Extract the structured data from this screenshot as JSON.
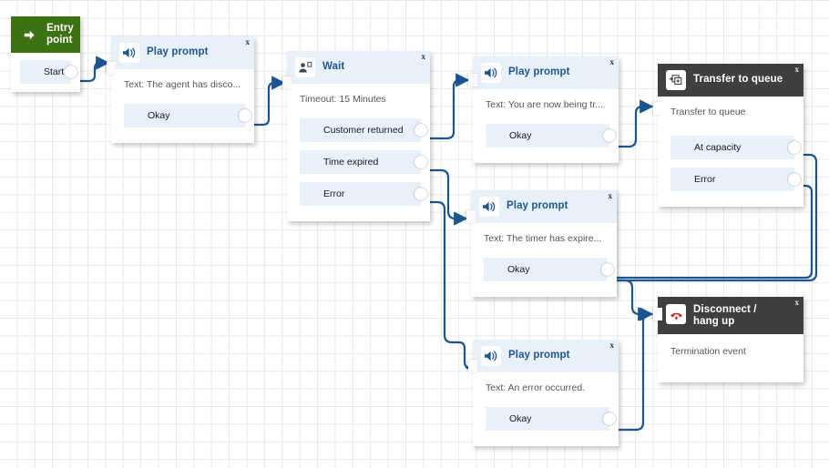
{
  "app": {
    "name": "contact-flow-designer",
    "canvas_label": "Flow canvas"
  },
  "colors": {
    "header_blue_bg": "#e8f0f9",
    "header_blue_text": "#20578f",
    "header_green_bg": "#3d7212",
    "header_dark_bg": "#3f3f3f",
    "connector": "#1a5591",
    "port_bg": "#e8f0f9",
    "grid_line": "#e8e8e8",
    "disconnect_icon_red": "#cc2222"
  },
  "nodes": [
    {
      "id": "entry-point",
      "title": "Entry point",
      "icon": "arrow-right-into-box-icon",
      "header_style": "green",
      "closable": false,
      "body_text": null,
      "ports": [
        {
          "label": "Start"
        }
      ]
    },
    {
      "id": "play-prompt-1",
      "title": "Play prompt",
      "icon": "speaker-icon",
      "header_style": "blue",
      "closable": true,
      "close_label": "x",
      "body_text": "Text: The agent has disco...",
      "ports": [
        {
          "label": "Okay"
        }
      ]
    },
    {
      "id": "wait",
      "title": "Wait",
      "icon": "person-wait-icon",
      "header_style": "blue",
      "closable": true,
      "close_label": "x",
      "body_text": "Timeout: 15 Minutes",
      "ports": [
        {
          "label": "Customer returned"
        },
        {
          "label": "Time expired"
        },
        {
          "label": "Error"
        }
      ]
    },
    {
      "id": "play-prompt-2",
      "title": "Play prompt",
      "icon": "speaker-icon",
      "header_style": "blue",
      "closable": true,
      "close_label": "x",
      "body_text": "Text: You are now being tr...",
      "ports": [
        {
          "label": "Okay"
        }
      ]
    },
    {
      "id": "play-prompt-3",
      "title": "Play prompt",
      "icon": "speaker-icon",
      "header_style": "blue",
      "closable": true,
      "close_label": "x",
      "body_text": "Text: The timer has expire...",
      "ports": [
        {
          "label": "Okay"
        }
      ]
    },
    {
      "id": "play-prompt-4",
      "title": "Play prompt",
      "icon": "speaker-icon",
      "header_style": "blue",
      "closable": true,
      "close_label": "x",
      "body_text": "Text: An error occurred.",
      "ports": [
        {
          "label": "Okay"
        }
      ]
    },
    {
      "id": "transfer-to-queue",
      "title": "Transfer to queue",
      "icon": "transfer-queue-icon",
      "header_style": "dark",
      "closable": true,
      "close_label": "x",
      "body_text": "Transfer to queue",
      "ports": [
        {
          "label": "At capacity"
        },
        {
          "label": "Error"
        }
      ]
    },
    {
      "id": "disconnect-hang-up",
      "title": "Disconnect / hang up",
      "icon": "phone-hangup-icon",
      "header_style": "dark",
      "closable": true,
      "close_label": "x",
      "body_text": "Termination event",
      "ports": []
    }
  ],
  "connections": [
    {
      "from": "entry-point.Start",
      "to": "play-prompt-1"
    },
    {
      "from": "play-prompt-1.Okay",
      "to": "wait"
    },
    {
      "from": "wait.Customer returned",
      "to": "play-prompt-2"
    },
    {
      "from": "wait.Time expired",
      "to": "play-prompt-3"
    },
    {
      "from": "wait.Error",
      "to": "play-prompt-4"
    },
    {
      "from": "play-prompt-2.Okay",
      "to": "transfer-to-queue"
    },
    {
      "from": "play-prompt-3.Okay",
      "to": "disconnect-hang-up"
    },
    {
      "from": "play-prompt-4.Okay",
      "to": "disconnect-hang-up"
    },
    {
      "from": "transfer-to-queue.At capacity",
      "to": "disconnect-hang-up"
    },
    {
      "from": "transfer-to-queue.Error",
      "to": "disconnect-hang-up"
    }
  ]
}
